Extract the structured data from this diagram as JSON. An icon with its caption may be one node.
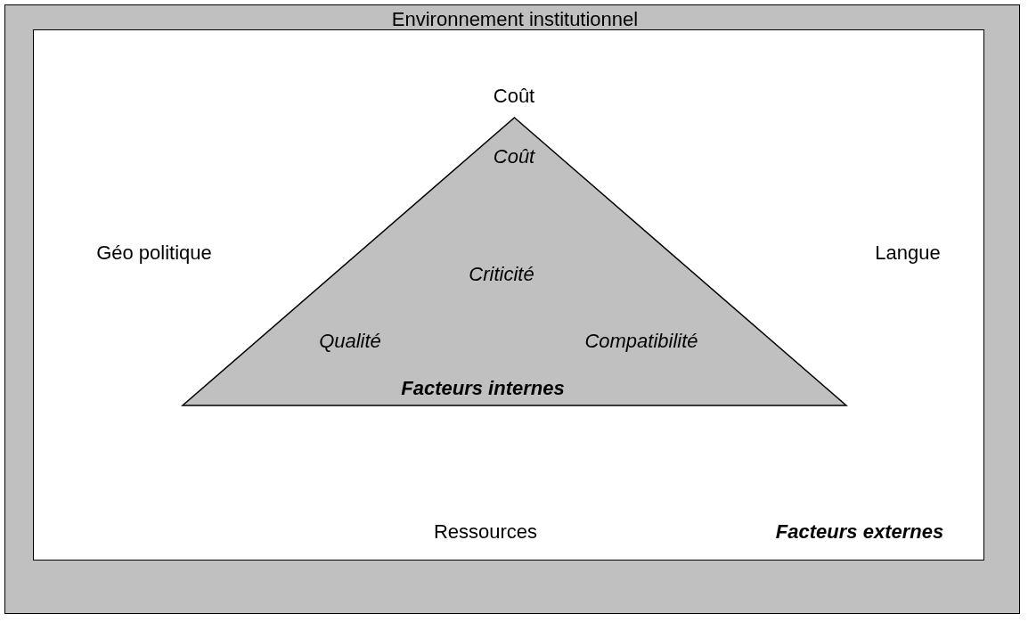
{
  "diagram": {
    "nodes": [
      {
        "text": [
          "Environnement institutionnel"
        ]
      },
      {
        "text": [],
        "shape": "box",
        "in": 0
      },
      {
        "text": [
          "Coût",
          "Criticité",
          "Qualité",
          "Compatibilité",
          "Facteurs internes"
        ],
        "in": 1
      }
    ],
    "labels": [
      "Coût",
      "Géo politique",
      "Langue",
      "Ressources",
      "Facteurs externes"
    ]
  }
}
